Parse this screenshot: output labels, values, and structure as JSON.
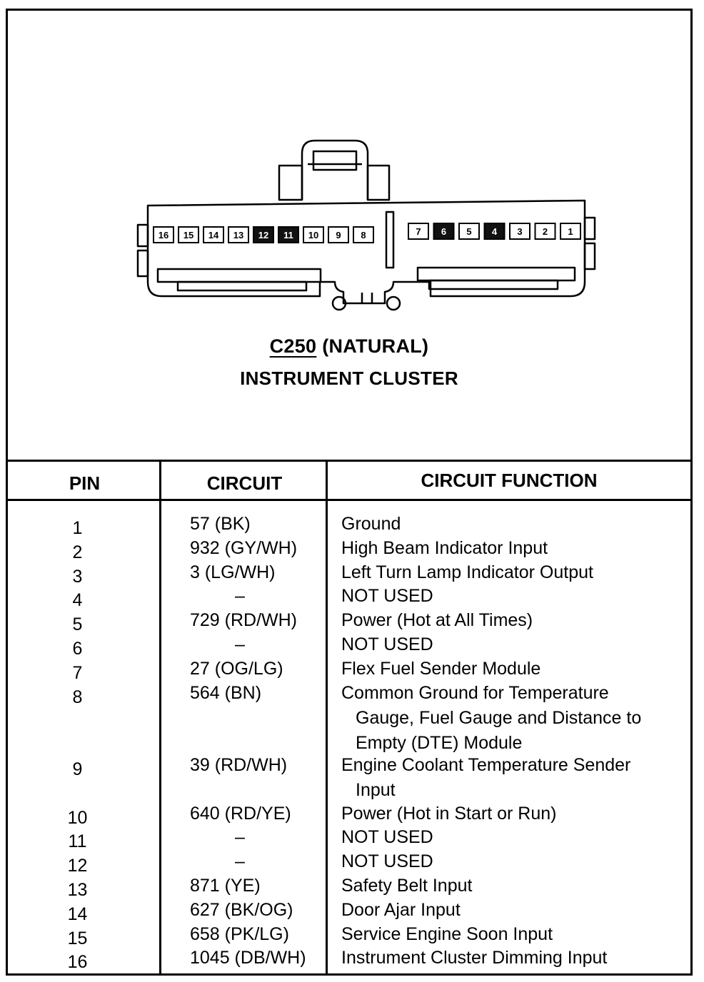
{
  "diagram": {
    "connector_id": "C250",
    "connector_color": "(NATURAL)",
    "component": "INSTRUMENT CLUSTER",
    "left_pins": [
      "16",
      "15",
      "14",
      "13",
      "12",
      "11",
      "10",
      "9",
      "8"
    ],
    "right_pins": [
      "7",
      "6",
      "5",
      "4",
      "3",
      "2",
      "1"
    ],
    "filled_pins": [
      "12",
      "11",
      "6",
      "4"
    ]
  },
  "table": {
    "headers": {
      "pin": "PIN",
      "circuit": "CIRCUIT",
      "function": "CIRCUIT FUNCTION"
    },
    "rows": [
      {
        "pin": "1",
        "circuit": "57 (BK)",
        "function": [
          "Ground"
        ]
      },
      {
        "pin": "2",
        "circuit": "932 (GY/WH)",
        "function": [
          "High Beam Indicator Input"
        ]
      },
      {
        "pin": "3",
        "circuit": "3 (LG/WH)",
        "function": [
          "Left Turn Lamp Indicator Output"
        ]
      },
      {
        "pin": "4",
        "circuit": "–",
        "function": [
          "NOT USED"
        ]
      },
      {
        "pin": "5",
        "circuit": "729 (RD/WH)",
        "function": [
          "Power (Hot at All Times)"
        ]
      },
      {
        "pin": "6",
        "circuit": "–",
        "function": [
          "NOT USED"
        ]
      },
      {
        "pin": "7",
        "circuit": "27 (OG/LG)",
        "function": [
          "Flex Fuel Sender Module"
        ]
      },
      {
        "pin": "8",
        "circuit": "564 (BN)",
        "function": [
          "Common Ground for Temperature",
          "Gauge, Fuel Gauge and Distance to",
          "Empty (DTE) Module"
        ]
      },
      {
        "pin": "9",
        "circuit": "39 (RD/WH)",
        "function": [
          "Engine Coolant Temperature Sender",
          "Input"
        ]
      },
      {
        "pin": "10",
        "circuit": "640 (RD/YE)",
        "function": [
          "Power (Hot in Start or Run)"
        ]
      },
      {
        "pin": "11",
        "circuit": "–",
        "function": [
          "NOT USED"
        ]
      },
      {
        "pin": "12",
        "circuit": "–",
        "function": [
          "NOT USED"
        ]
      },
      {
        "pin": "13",
        "circuit": "871 (YE)",
        "function": [
          "Safety Belt Input"
        ]
      },
      {
        "pin": "14",
        "circuit": "627 (BK/OG)",
        "function": [
          "Door Ajar Input"
        ]
      },
      {
        "pin": "15",
        "circuit": "658 (PK/LG)",
        "function": [
          "Service Engine Soon Input"
        ]
      },
      {
        "pin": "16",
        "circuit": "1045 (DB/WH)",
        "function": [
          "Instrument Cluster Dimming Input"
        ]
      }
    ]
  }
}
